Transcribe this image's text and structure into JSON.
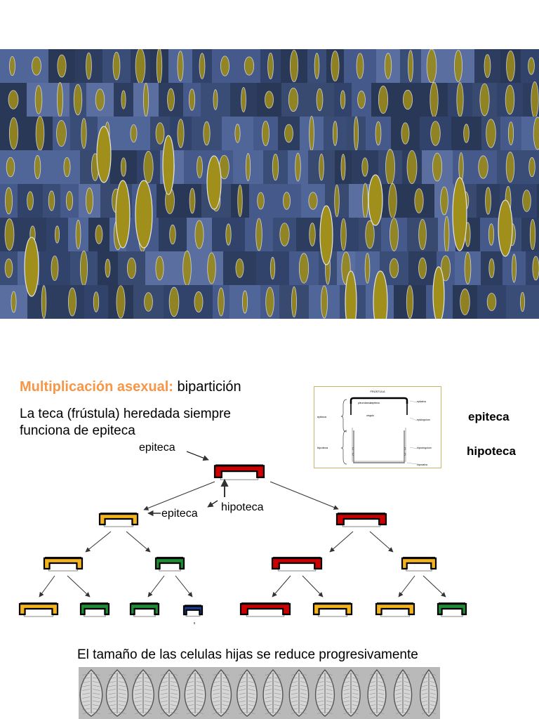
{
  "title": {
    "highlight": "Multiplicación asexual:",
    "rest": "bipartición"
  },
  "subtitle": {
    "line1": "La teca (frústula) heredada siempre",
    "line2": "funciona de epiteca"
  },
  "labels": {
    "epiteca_top": "epiteca",
    "epiteca_left": "epiteca",
    "hipoteca": "hipoteca",
    "inset_epiteca": "epiteca",
    "inset_hipoteca": "hipoteca"
  },
  "inset": {
    "heading": "FRÚSTULA",
    "left_labels": [
      "epiteca",
      "hipoteca"
    ],
    "mid_labels": [
      "pleurobandaepiteca",
      "cingulo"
    ],
    "right_labels": [
      "epivalva",
      "epicingulum",
      "hipocingulum",
      "hipovalva"
    ]
  },
  "caption": "El tamaño de las celulas hijas se reduce progresivamente",
  "colors": {
    "accent_orange": "#f79646",
    "red": "#cc0000",
    "yellow": "#f5b41e",
    "green": "#1e8c32",
    "blue": "#1e3c8c",
    "mosaic_bg": "#33456b"
  },
  "tree": {
    "levels": 4,
    "node_colors": [
      [
        "red"
      ],
      [
        "yellow",
        "red"
      ],
      [
        "yellow",
        "green",
        "red",
        "yellow"
      ],
      [
        "yellow",
        "green",
        "green",
        "blue",
        "red",
        "yellow",
        "yellow",
        "green"
      ]
    ]
  }
}
